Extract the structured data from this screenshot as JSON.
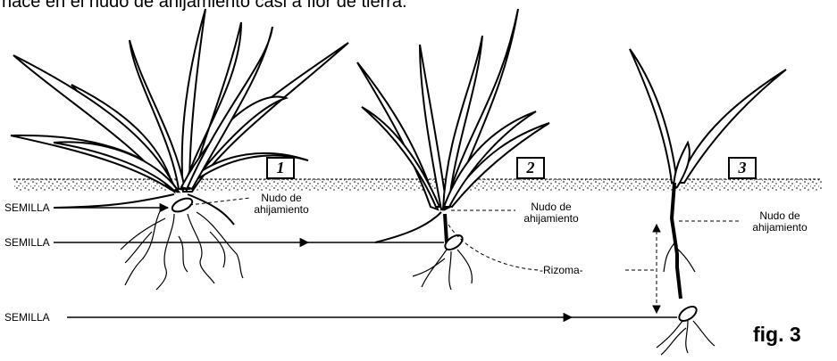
{
  "caption": "nace en el nudo de ahijamiento casi a flor de tierra.",
  "stages": [
    {
      "number": "1",
      "node_label_line1": "Nudo de",
      "node_label_line2": "ahijamiento",
      "seed_label": "SEMILLA"
    },
    {
      "number": "2",
      "node_label_line1": "Nudo de",
      "node_label_line2": "ahijamiento",
      "seed_label": "SEMILLA"
    },
    {
      "number": "3",
      "node_label_line1": "Nudo de",
      "node_label_line2": "ahijamiento",
      "seed_label": "SEMILLA"
    }
  ],
  "rhizome_label": "-Rizoma-",
  "figure_label": "fig. 3"
}
